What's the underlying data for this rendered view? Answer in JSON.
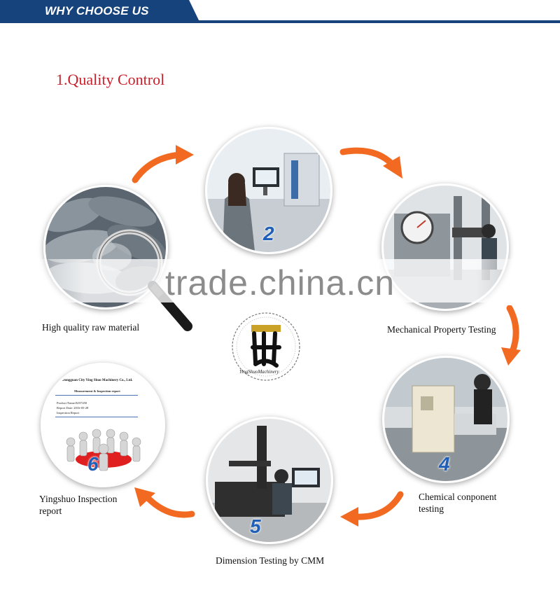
{
  "header": {
    "title": "WHY CHOOSE US"
  },
  "section": {
    "title": "1.Quality Control"
  },
  "steps": [
    {
      "number": "",
      "label": "High quality raw material"
    },
    {
      "number": "2",
      "label": ""
    },
    {
      "number": "",
      "label": "Mechanical Property Testing"
    },
    {
      "number": "4",
      "label_line1": "Chemical conponent",
      "label_line2": "testing"
    },
    {
      "number": "5",
      "label": "Dimension Testing by CMM"
    },
    {
      "number": "6",
      "label_line1": "Yingshuo Inspection",
      "label_line2": "report"
    }
  ],
  "report": {
    "company": "Dongguan City Ying Shuo Machinery Co., Ltd.",
    "doc_title": "Measurement & Inspection report",
    "product_name": "Product Name:RJ37450",
    "report_date": "Report Date: 2016-05-28",
    "doc_type": "Inspection Report"
  },
  "watermark": "trade.china.cn",
  "logo": {
    "caption": "YingShuoMachinery"
  },
  "colors": {
    "header_bg": "#16437c",
    "title_red": "#c8202a",
    "arrow_orange": "#f26a21",
    "badge_blue": "#1f5fb8"
  }
}
